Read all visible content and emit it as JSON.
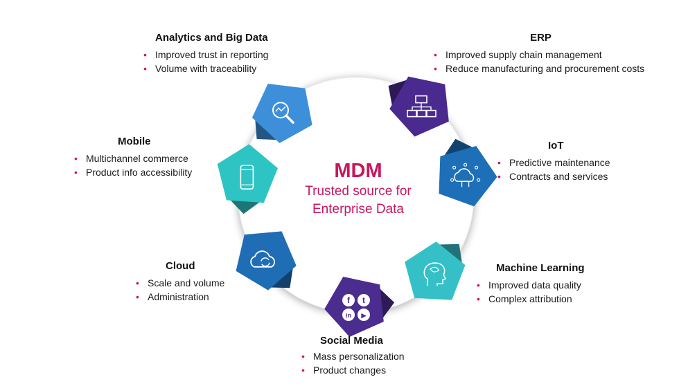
{
  "center": {
    "title": "MDM",
    "line1": "Trusted source for",
    "line2": "Enterprise Data"
  },
  "segments": [
    {
      "id": "analytics",
      "title": "Analytics and Big Data",
      "bullets": [
        "Improved trust in reporting",
        "Volume with traceability"
      ],
      "icon": "magnifier-chart-icon",
      "color": "#3d8fd9"
    },
    {
      "id": "erp",
      "title": "ERP",
      "bullets": [
        "Improved supply chain management",
        "Reduce manufacturing and procurement costs"
      ],
      "icon": "network-computers-icon",
      "color": "#4a2a8e"
    },
    {
      "id": "iot",
      "title": "IoT",
      "bullets": [
        "Predictive maintenance",
        "Contracts and services"
      ],
      "icon": "cloud-circuit-icon",
      "color": "#1d6fb8"
    },
    {
      "id": "ml",
      "title": "Machine Learning",
      "bullets": [
        "Improved data quality",
        "Complex attribution"
      ],
      "icon": "brain-head-icon",
      "color": "#35c0c8"
    },
    {
      "id": "social",
      "title": "Social Media",
      "bullets": [
        "Mass personalization",
        "Product changes"
      ],
      "icon": "social-logos-icon",
      "color": "#4b2c8f"
    },
    {
      "id": "cloud",
      "title": "Cloud",
      "bullets": [
        "Scale and volume",
        "Administration"
      ],
      "icon": "cloud-sync-icon",
      "color": "#1f6db5"
    },
    {
      "id": "mobile",
      "title": "Mobile",
      "bullets": [
        "Multichannel commerce",
        "Product info accessibility"
      ],
      "icon": "mobile-phone-icon",
      "color": "#2ec4c4"
    }
  ]
}
